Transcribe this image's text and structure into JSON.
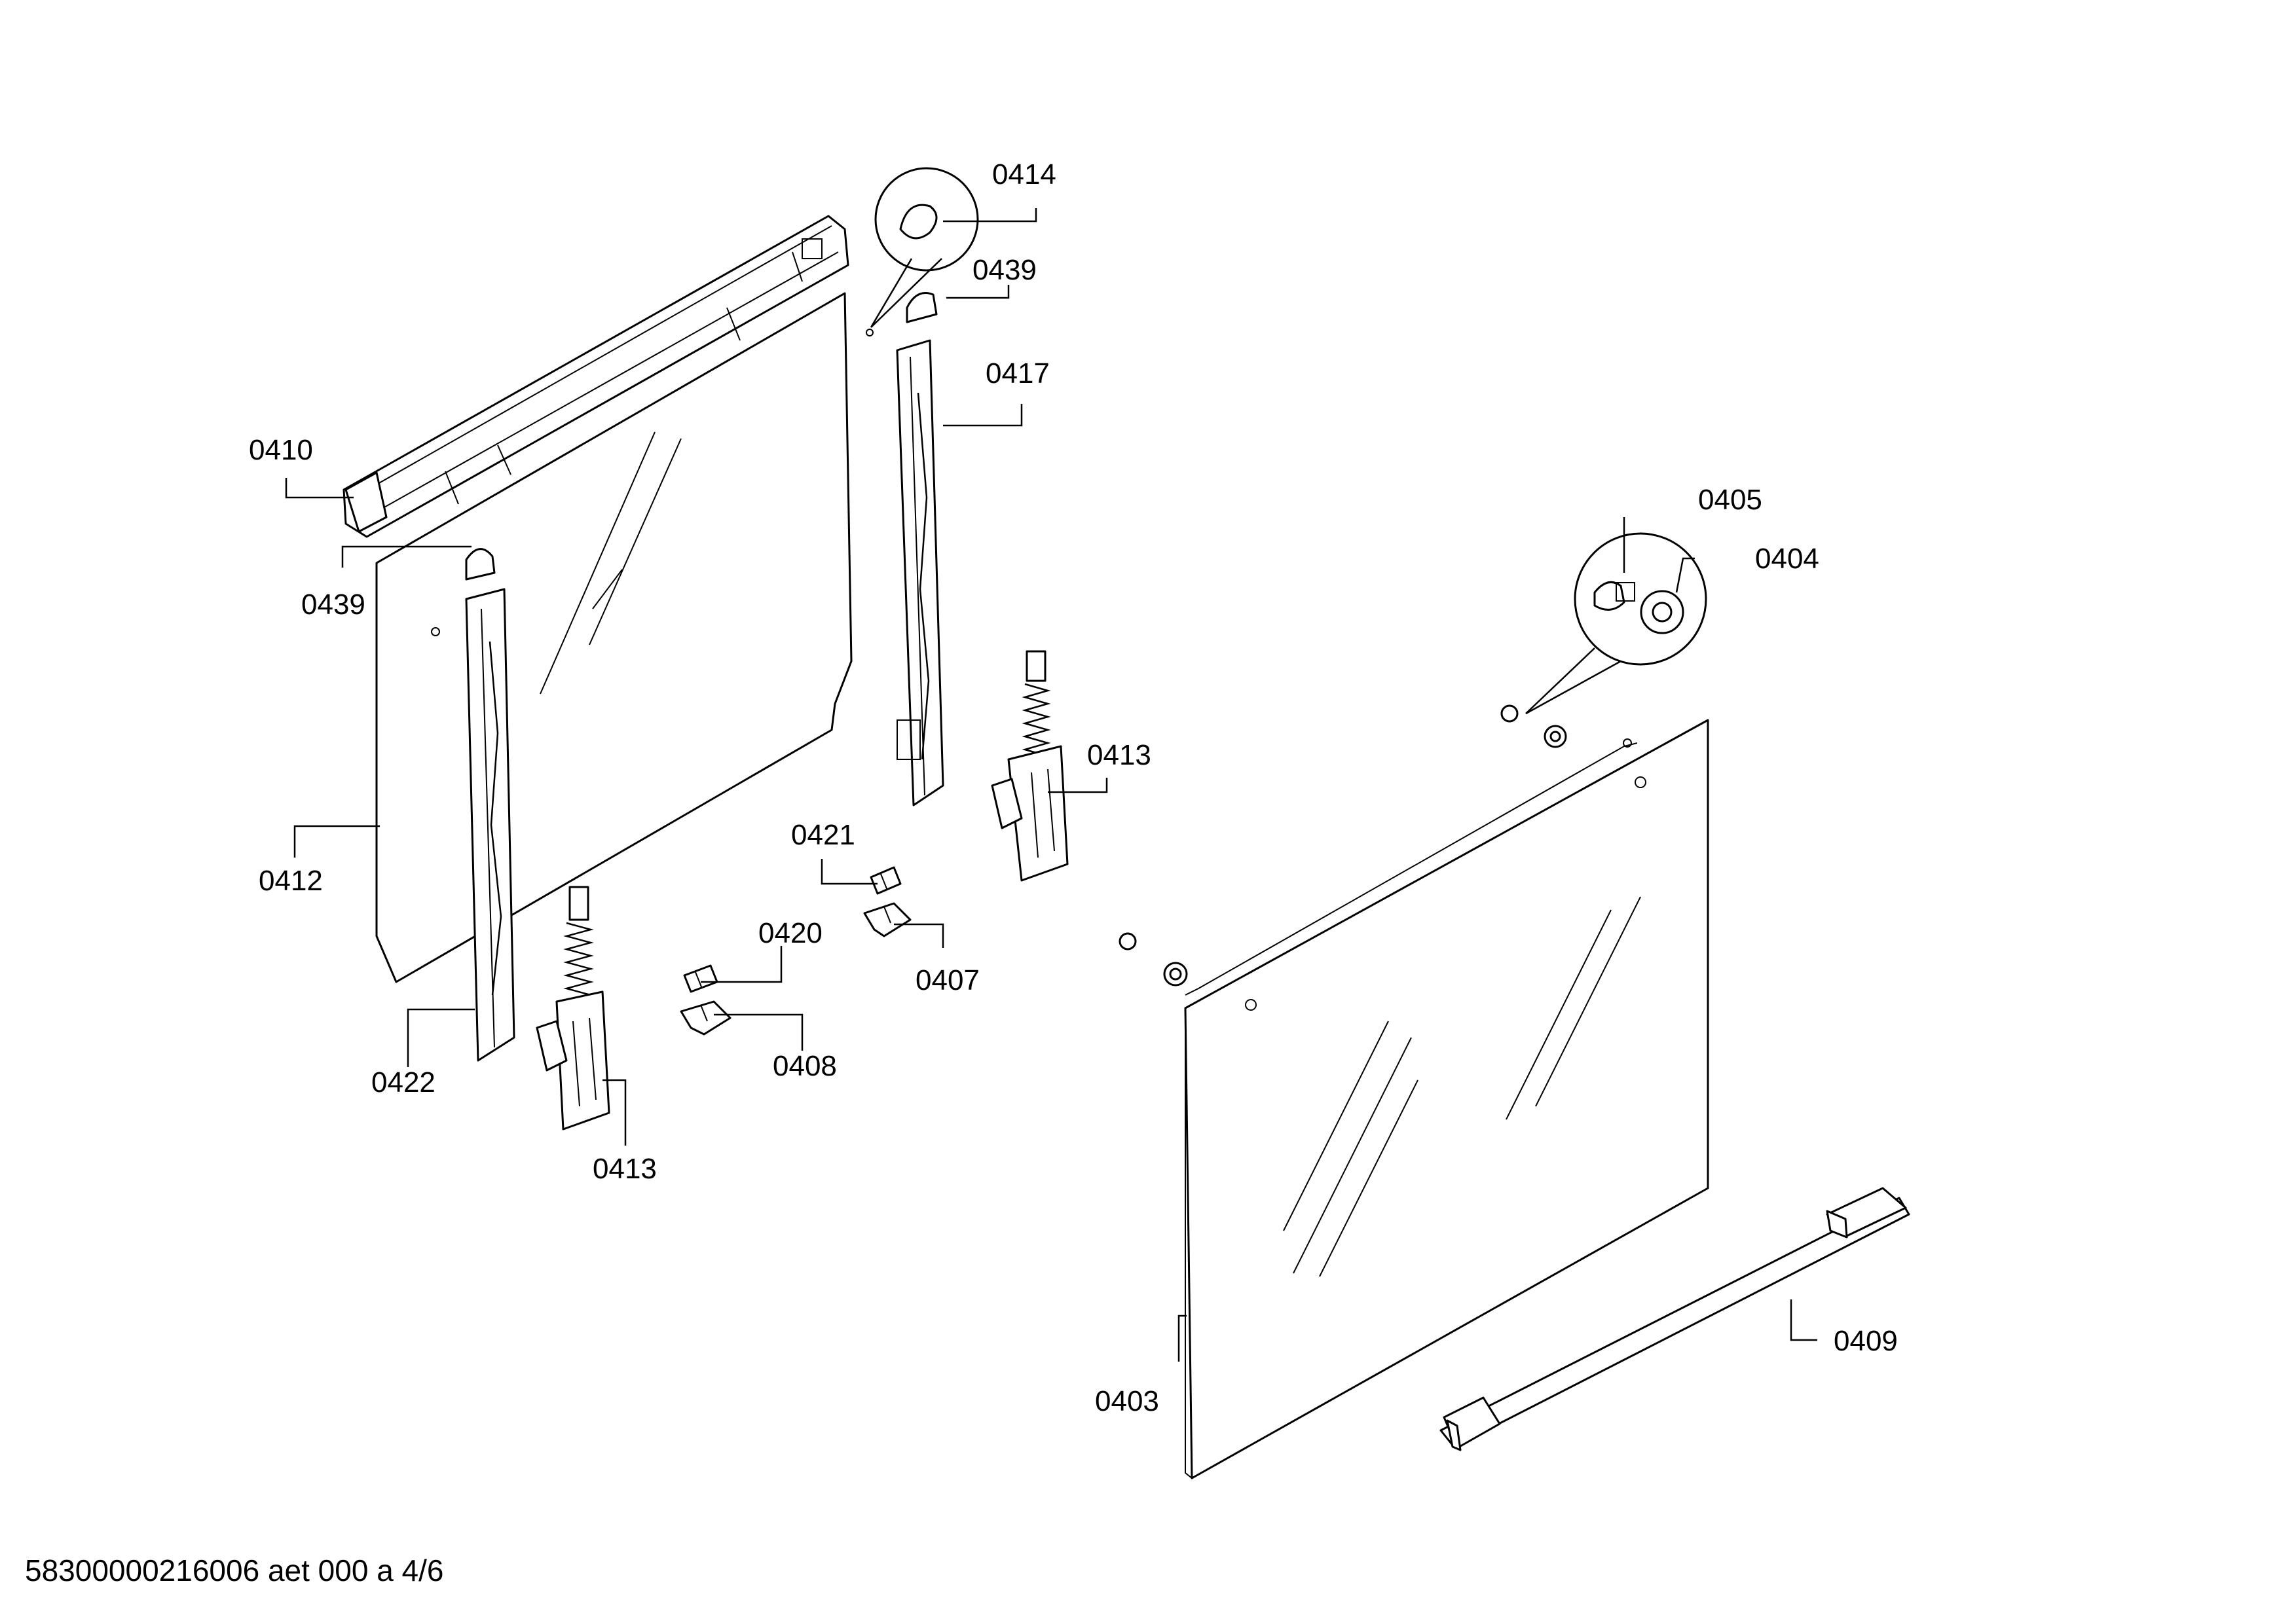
{
  "footer": {
    "document_code": "58300000216006 aet 000 a 4/6"
  },
  "labels": {
    "l0414": "0414",
    "l0439_top": "0439",
    "l0417": "0417",
    "l0410": "0410",
    "l0439_left": "0439",
    "l0405": "0405",
    "l0404": "0404",
    "l0413_right": "0413",
    "l0412": "0412",
    "l0421": "0421",
    "l0420": "0420",
    "l0407": "0407",
    "l0422": "0422",
    "l0408": "0408",
    "l0413_left": "0413",
    "l0409": "0409",
    "l0403": "0403"
  }
}
